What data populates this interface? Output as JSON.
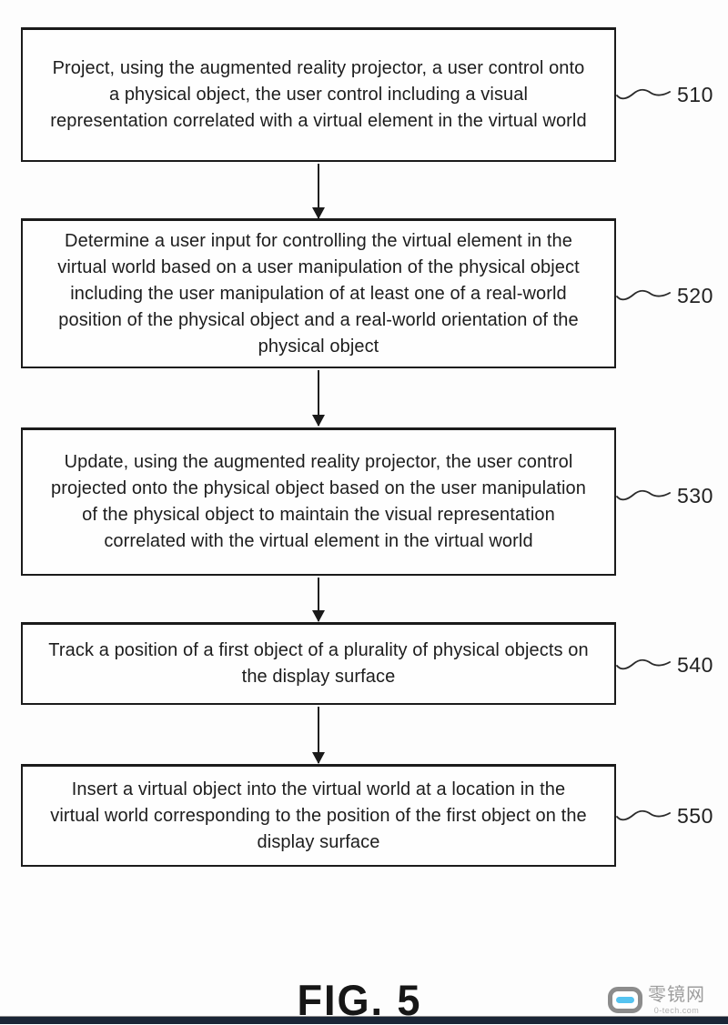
{
  "figure": {
    "label": "FIG. 5",
    "steps": [
      {
        "ref": "510",
        "text": "Project, using the augmented reality projector, a user control onto a physical object, the user control including a visual representation correlated with a virtual element in the virtual world"
      },
      {
        "ref": "520",
        "text": "Determine a user input for controlling the virtual element in the virtual world based on a user manipulation of the physical object including the user manipulation of at least one of a real-world position of the physical object and a real-world orientation of the physical object"
      },
      {
        "ref": "530",
        "text": "Update, using the augmented reality projector, the user control projected onto the physical object based on the user manipulation of the physical object to maintain the visual representation correlated with the virtual element in the virtual world"
      },
      {
        "ref": "540",
        "text": "Track a position of a first object of a plurality of physical objects on the display surface"
      },
      {
        "ref": "550",
        "text": "Insert a virtual object into the virtual world at a location in the virtual world corresponding to the position of the first object on the display surface"
      }
    ]
  },
  "watermark": {
    "site_name": "零镜网",
    "site_domain": "0-tech.com",
    "logo_bar_color": "#55c3f0",
    "logo_ring_color": "#8c8c8c"
  },
  "colors": {
    "box_border": "#1b1b1b",
    "arrow": "#1a1a1a",
    "bottom_bar": "#1a2536",
    "text": "#1d1d1d"
  }
}
